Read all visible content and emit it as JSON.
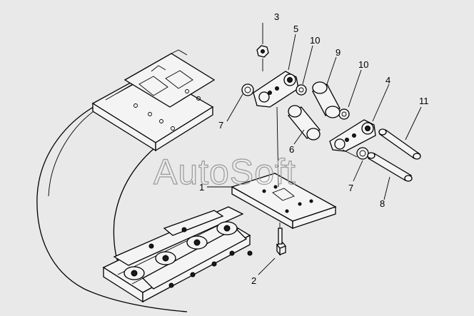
{
  "watermark": "AutoSoft",
  "callouts": {
    "c1": "1",
    "c2": "2",
    "c3": "3",
    "c4": "4",
    "c5": "5",
    "c6": "6",
    "c7a": "7",
    "c7b": "7",
    "c8": "8",
    "c9": "9",
    "c10a": "10",
    "c10b": "10",
    "c11": "11"
  }
}
